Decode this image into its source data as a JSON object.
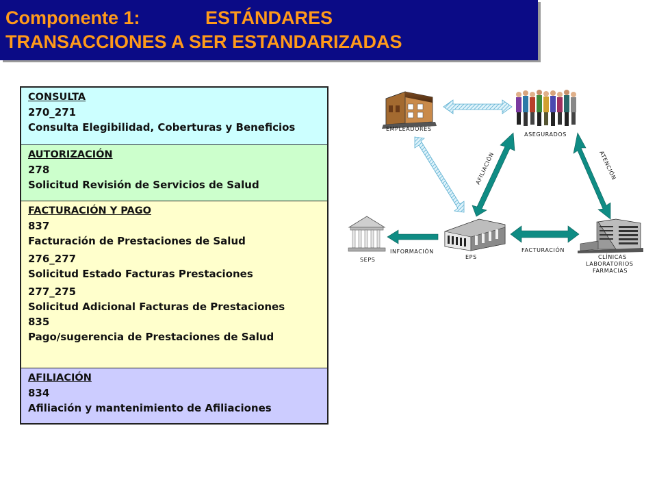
{
  "header": {
    "component": "Componente 1:",
    "standards": "ESTÁNDARES",
    "subtitle": "TRANSACCIONES A SER ESTANDARIZADAS"
  },
  "sections": [
    {
      "title": "CONSULTA",
      "items": [
        {
          "code": "270_271",
          "desc": "Consulta Elegibilidad, Coberturas y Beneficios"
        }
      ],
      "color": "#ccffff"
    },
    {
      "title": "AUTORIZACIÓN",
      "items": [
        {
          "code": "278",
          "desc": "Solicitud Revisión de Servicios de Salud"
        }
      ],
      "color": "#ccffcc"
    },
    {
      "title": "FACTURACIÓN Y PAGO",
      "items": [
        {
          "code": "837",
          "desc": "Facturación de Prestaciones de Salud"
        },
        {
          "code": "276_277",
          "desc": "Solicitud Estado Facturas Prestaciones"
        },
        {
          "code": "277_275",
          "desc": "Solicitud Adicional Facturas de Prestaciones"
        },
        {
          "code": "835",
          "desc": "Pago/sugerencia de Prestaciones de Salud"
        }
      ],
      "color": "#ffffcc"
    },
    {
      "title": "AFILIACIÓN",
      "items": [
        {
          "code": "834",
          "desc": "Afiliación y mantenimiento de Afiliaciones"
        }
      ],
      "color": "#ccccff"
    }
  ],
  "diagram": {
    "nodes": {
      "empleadores": "EMPLEADORES",
      "asegurados": "ASEGURADOS",
      "seps": "SEPS",
      "eps": "EPS",
      "clinicas_1": "CLÍNICAS",
      "clinicas_2": "LABORATORIOS",
      "clinicas_3": "FARMACIAS"
    },
    "edges": {
      "afiliacion": "AFILIACIÓN",
      "atencion": "ATENCIÓN",
      "informacion": "INFORMACIÓN",
      "facturacion": "FACTURACIÓN"
    },
    "colors": {
      "teal_arrow": "#0f8c84",
      "hatched_arrow": "#8fd0e8"
    }
  }
}
